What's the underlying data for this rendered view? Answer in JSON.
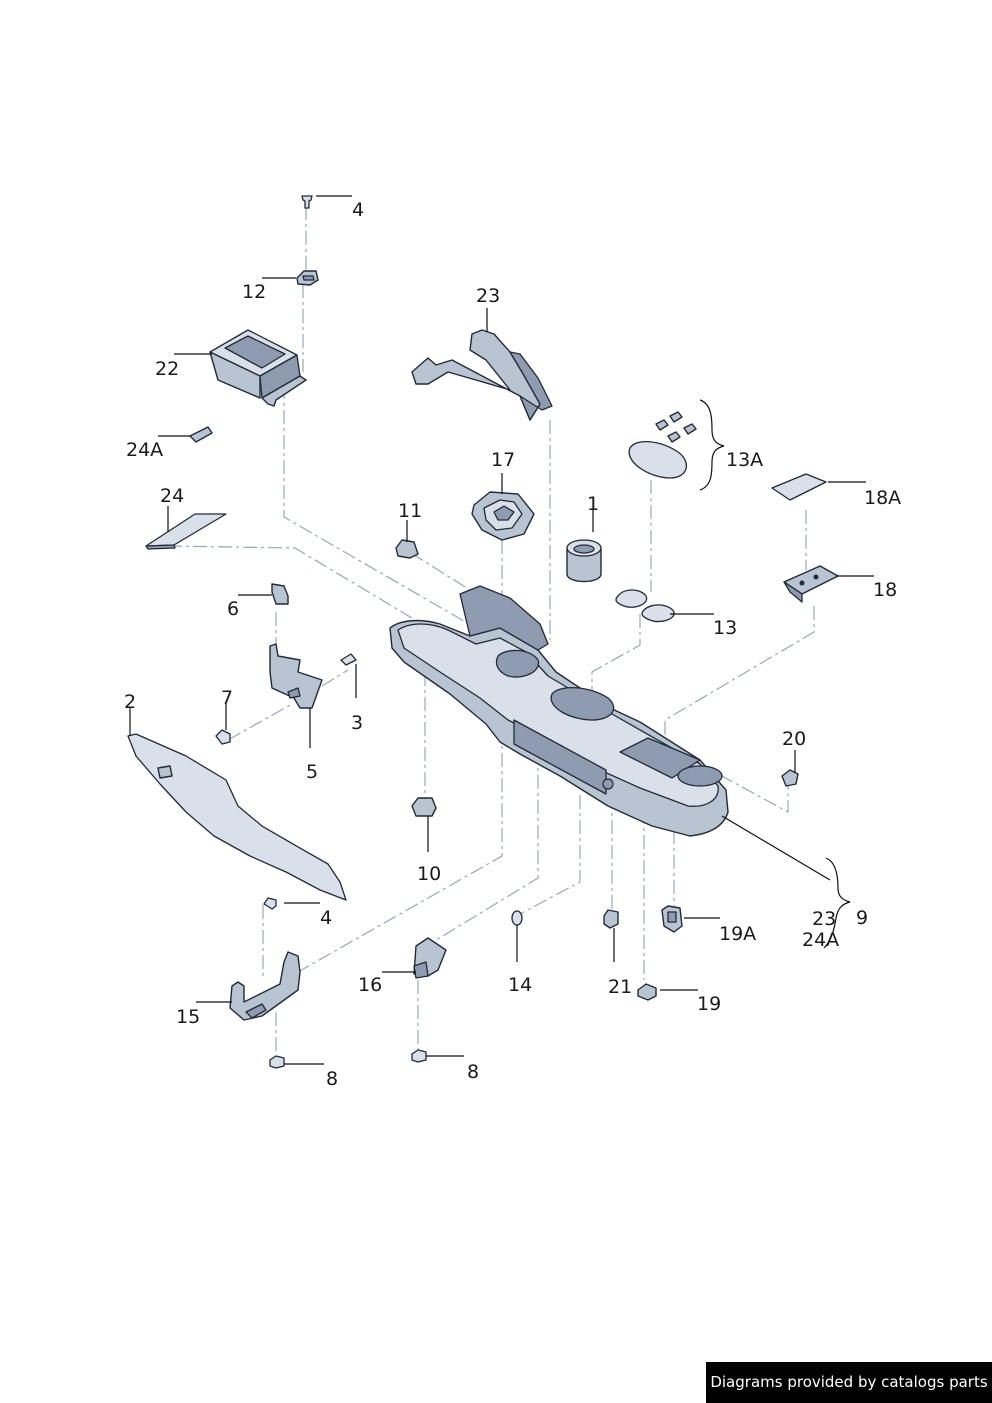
{
  "callouts": {
    "c1": "1",
    "c2": "2",
    "c3": "3",
    "c4a": "4",
    "c4b": "4",
    "c5": "5",
    "c6": "6",
    "c7": "7",
    "c8a": "8",
    "c8b": "8",
    "c9": "9",
    "c10": "10",
    "c11": "11",
    "c12": "12",
    "c13": "13",
    "c13a": "13A",
    "c14": "14",
    "c15": "15",
    "c16": "16",
    "c17": "17",
    "c18": "18",
    "c18a": "18A",
    "c19": "19",
    "c19a": "19A",
    "c20": "20",
    "c21": "21",
    "c22": "22",
    "c23a": "23",
    "c23b": "23",
    "c24": "24",
    "c24a_a": "24A",
    "c24a_b": "24A"
  },
  "credit": "Diagrams provided by catalogs parts",
  "colors": {
    "part": "#b9c4d3",
    "outline": "#222a36",
    "dash": "#9aa7b8",
    "credit_bg": "#000000"
  }
}
